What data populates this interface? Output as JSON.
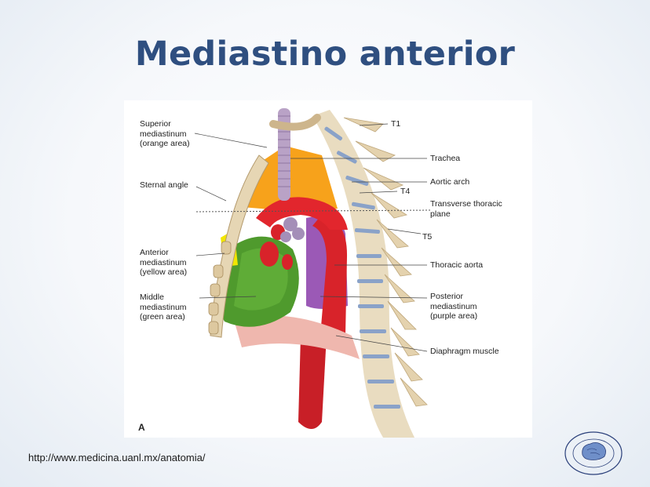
{
  "slide": {
    "title": "Mediastino anterior",
    "source_url": "http://www.medicina.uanl.mx/anatomia/"
  },
  "figure": {
    "letter": "A",
    "labels": {
      "superior": "Superior\nmediastinum\n(orange area)",
      "sternal_angle": "Sternal angle",
      "anterior": "Anterior\nmediastinum\n(yellow area)",
      "middle": "Middle\nmediastinum\n(green area)",
      "t1": "T1",
      "trachea": "Trachea",
      "aortic_arch": "Aortic arch",
      "t4": "T4",
      "transverse_plane": "Transverse thoracic\nplane",
      "t5": "T5",
      "thoracic_aorta": "Thoracic aorta",
      "posterior": "Posterior\nmediastinum\n(purple area)",
      "diaphragm": "Diaphragm muscle"
    },
    "region_colors": {
      "superior": "#f7a21b",
      "anterior": "#f2e600",
      "middle": "#4f9a2d",
      "posterior": "#9b59b6",
      "aorta": "#d8232a",
      "bone": "#e9dcc0",
      "disc": "#8aa2c8"
    }
  },
  "logo": {
    "icon": "brain-seal-logo"
  }
}
